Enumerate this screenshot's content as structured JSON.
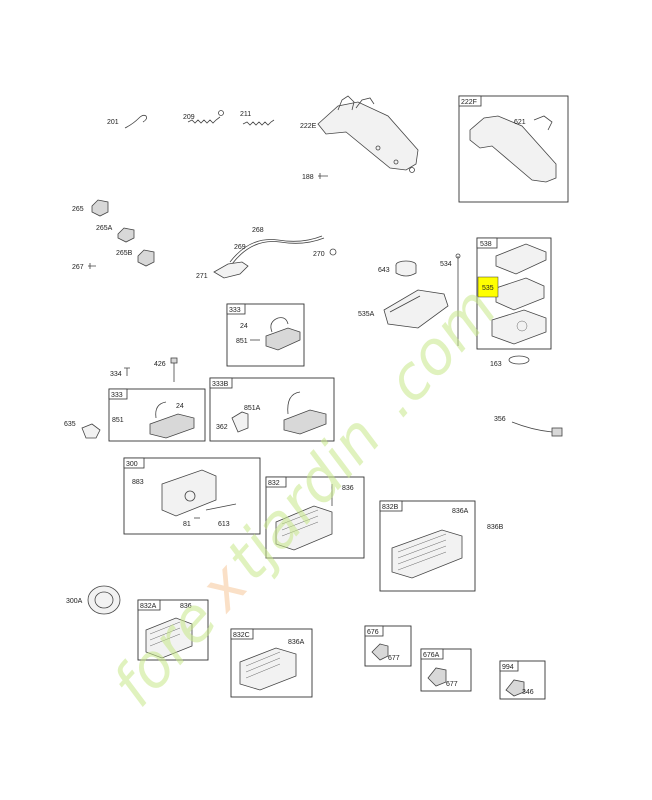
{
  "labels": {
    "p201": "201",
    "p209": "209",
    "p211": "211",
    "p222E": "222E",
    "p222F": "222F",
    "p621": "621",
    "p188": "188",
    "p265": "265",
    "p265A": "265A",
    "p265B": "265B",
    "p267": "267",
    "p268": "268",
    "p269": "269",
    "p270": "270",
    "p271": "271",
    "p643": "643",
    "p534": "534",
    "p538": "538",
    "p535": "535",
    "p535A": "535A",
    "p163": "163",
    "p333": "333",
    "p24": "24",
    "p851": "851",
    "p334": "334",
    "p426": "426",
    "p333b": "333",
    "p24b": "24",
    "p851b": "851",
    "p635": "635",
    "p333B": "333B",
    "p851A": "851A",
    "p362": "362",
    "p356": "356",
    "p300": "300",
    "p883": "883",
    "p81": "81",
    "p613": "613",
    "p832": "832",
    "p836": "836",
    "p832B": "832B",
    "p836A": "836A",
    "p836B": "836B",
    "p300A": "300A",
    "p832A": "832A",
    "p836c": "836",
    "p832C": "832C",
    "p836Ab": "836A",
    "p676": "676",
    "p677": "677",
    "p676A": "676A",
    "p677b": "677",
    "p994": "994",
    "p346": "346"
  },
  "highlight": {
    "part": "535",
    "color": "#ffff00"
  },
  "watermark": {
    "text_a": "fore",
    "text_b": "x",
    "text_c": "tjardin",
    "text_d": ".com",
    "color_green": "#c8e88a",
    "color_orange": "#f6c89a"
  }
}
